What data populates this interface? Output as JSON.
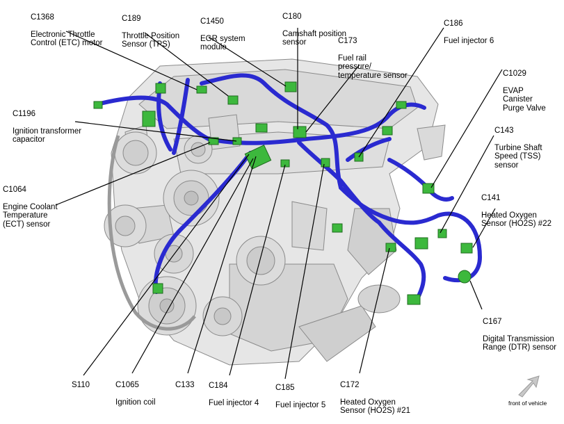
{
  "diagram": {
    "callouts": [
      {
        "id": "c1368",
        "code": "C1368",
        "text": "Electronic Throttle\nControl (ETC) motor"
      },
      {
        "id": "c189",
        "code": "C189",
        "text": "Throttle Position\nSensor (TPS)"
      },
      {
        "id": "c1450",
        "code": "C1450",
        "text": "EGR system\nmodule"
      },
      {
        "id": "c180",
        "code": "C180",
        "text": "Camshaft position\nsensor"
      },
      {
        "id": "c173",
        "code": "C173",
        "text": "Fuel rail\npressure/\ntemperature sensor"
      },
      {
        "id": "c186",
        "code": "C186",
        "text": "Fuel injector 6"
      },
      {
        "id": "c1029",
        "code": "C1029",
        "text": "EVAP\nCanister\nPurge Valve"
      },
      {
        "id": "c143",
        "code": "C143",
        "text": "Turbine Shaft\nSpeed (TSS)\nsensor"
      },
      {
        "id": "c141",
        "code": "C141",
        "text": "Heated Oxygen\nSensor (HO2S) #22"
      },
      {
        "id": "c1196",
        "code": "C1196",
        "text": "Ignition transformer\ncapacitor"
      },
      {
        "id": "c1064",
        "code": "C1064",
        "text": "Engine Coolant\nTemperature\n(ECT) sensor"
      },
      {
        "id": "c167",
        "code": "C167",
        "text": "Digital Transmission\nRange (DTR) sensor"
      },
      {
        "id": "s110",
        "code": "S110",
        "text": ""
      },
      {
        "id": "c1065",
        "code": "C1065",
        "text": "Ignition coil"
      },
      {
        "id": "c133",
        "code": "C133",
        "text": ""
      },
      {
        "id": "c184",
        "code": "C184",
        "text": "Fuel injector 4"
      },
      {
        "id": "c185",
        "code": "C185",
        "text": "Fuel injector 5"
      },
      {
        "id": "c172",
        "code": "C172",
        "text": "Heated Oxygen\nSensor (HO2S) #21"
      }
    ],
    "orientation_label": "front of vehicle",
    "colors": {
      "engine_fill": "#e6e6e6",
      "engine_stroke": "#8a8a8a",
      "harness": "#2a2ad0",
      "connector": "#3db83d",
      "leader": "#000000",
      "arrow": "#c8c8c8"
    }
  }
}
